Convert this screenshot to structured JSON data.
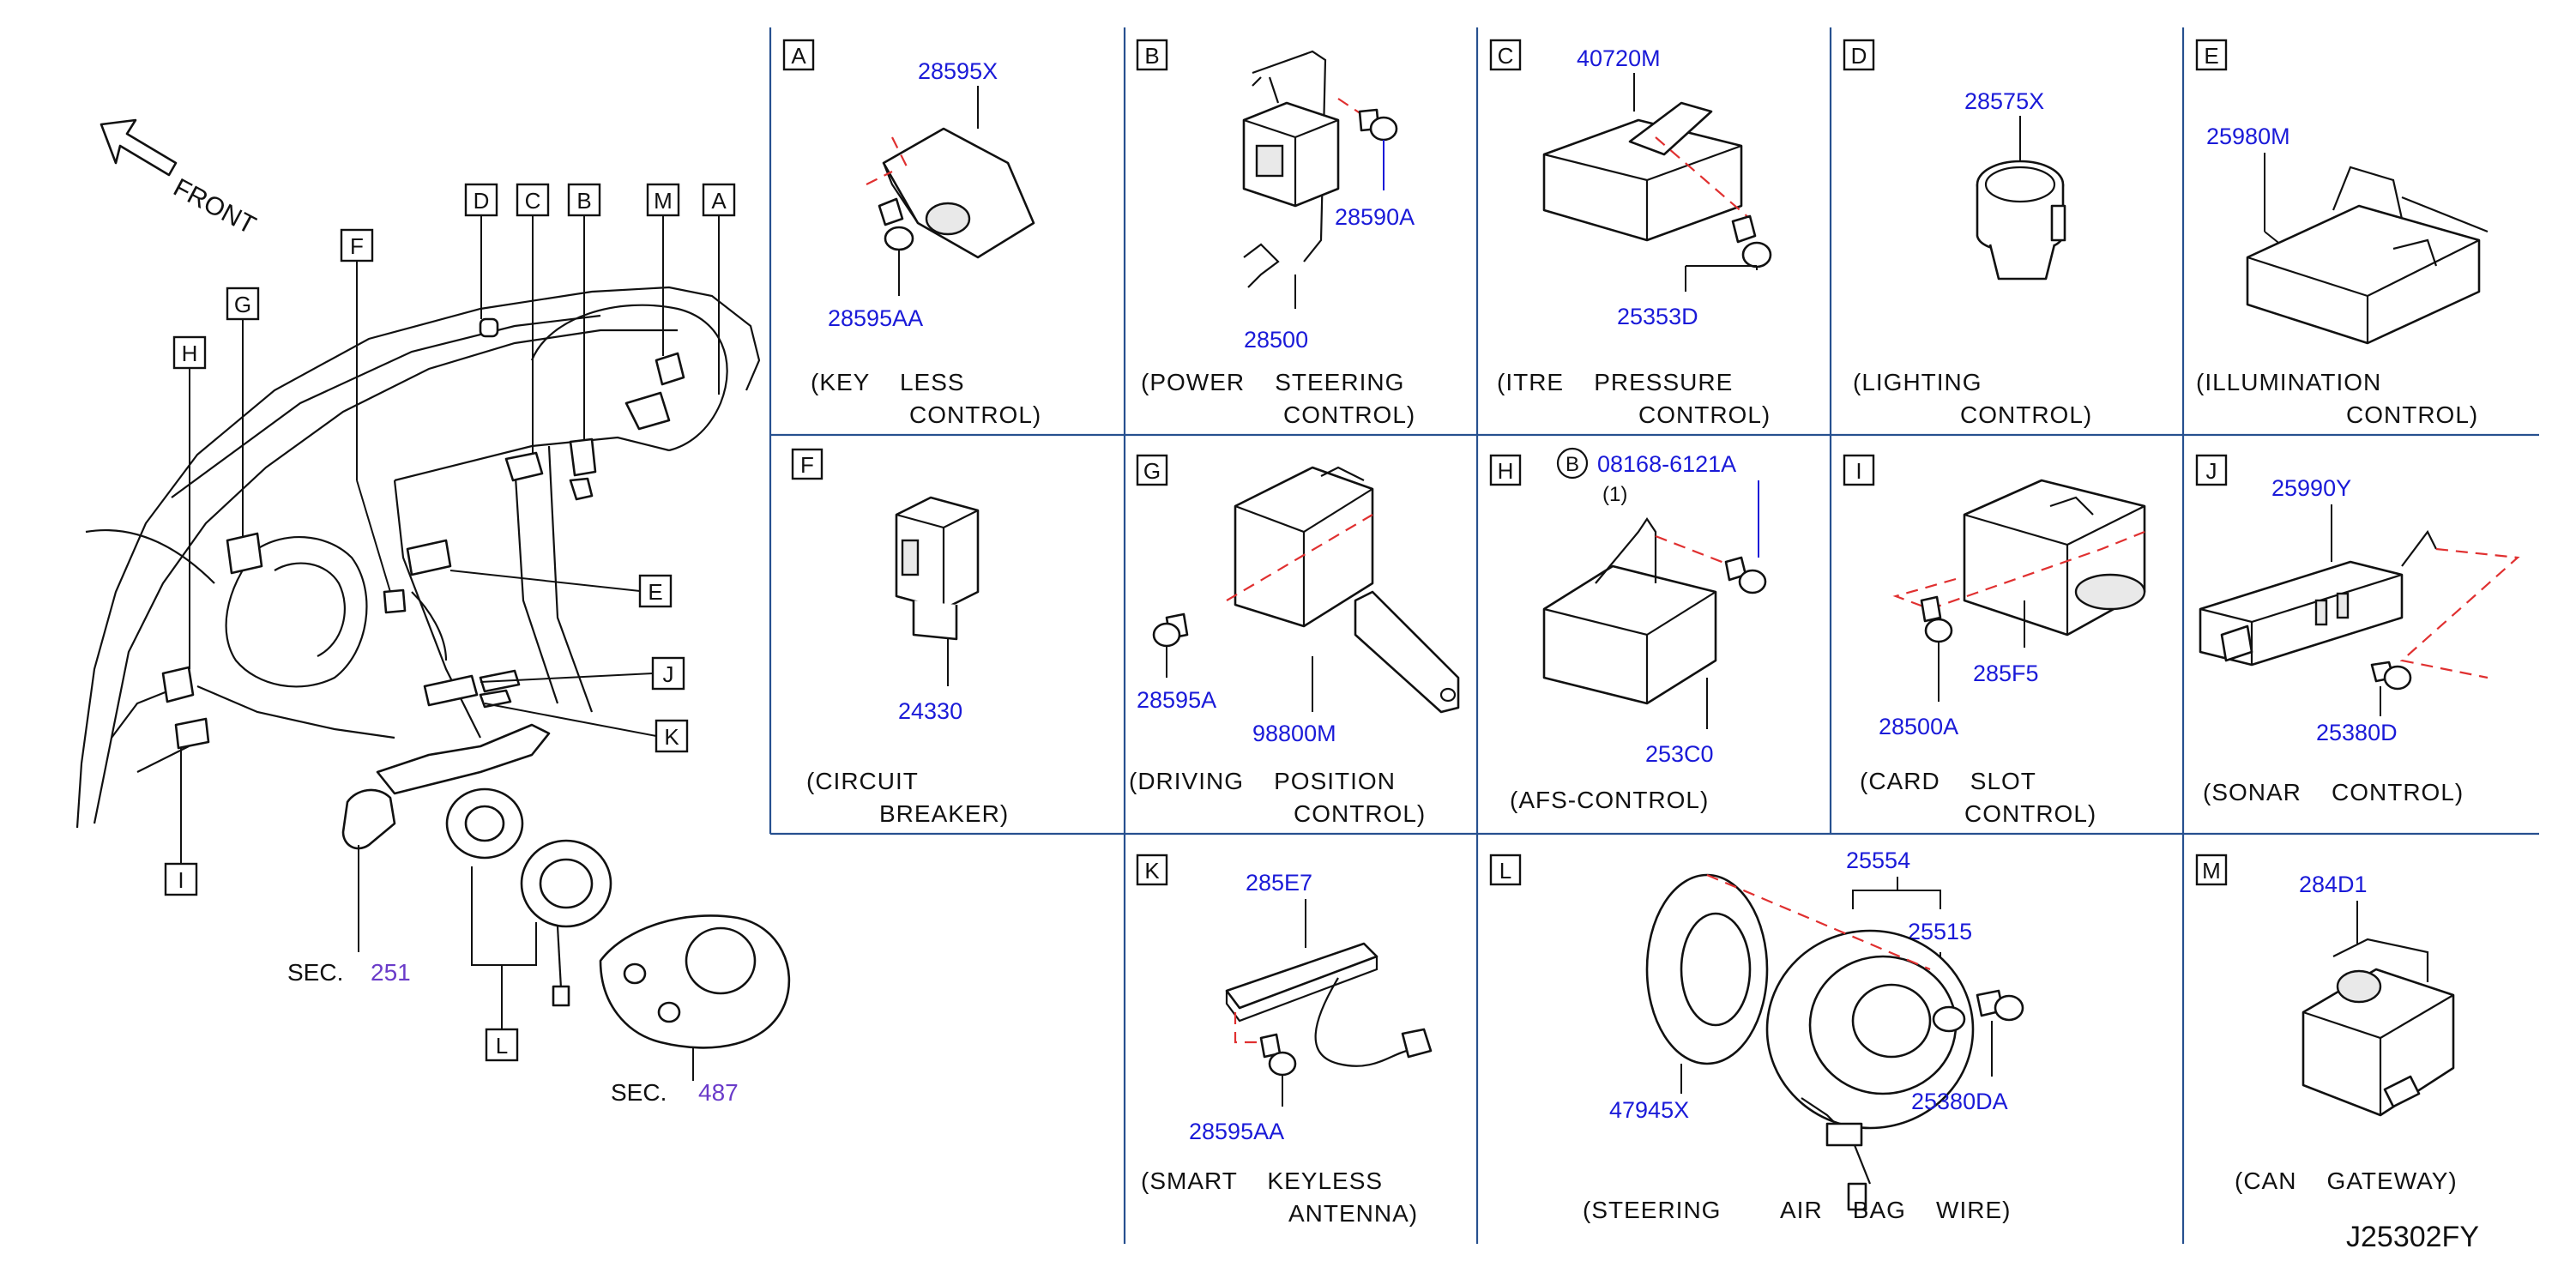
{
  "diagram_code": "J25302FY",
  "overview": {
    "front_label": "FRONT",
    "callouts": [
      "D",
      "C",
      "B",
      "M",
      "A",
      "F",
      "G",
      "H",
      "E",
      "J",
      "K",
      "I",
      "L"
    ],
    "sec1_label": "SEC.",
    "sec1_num": "251",
    "sec2_label": "SEC.",
    "sec2_num": "487"
  },
  "panels": {
    "A": {
      "letter": "A",
      "parts": [
        "28595X",
        "28595AA"
      ],
      "caption": [
        "(KEY    LESS",
        "CONTROL)"
      ]
    },
    "B": {
      "letter": "B",
      "parts": [
        "28590A",
        "28500"
      ],
      "caption": [
        "(POWER    STEERING",
        "CONTROL)"
      ]
    },
    "C": {
      "letter": "C",
      "parts": [
        "40720M",
        "25353D"
      ],
      "caption": [
        "(ITRE    PRESSURE",
        "CONTROL)"
      ]
    },
    "D": {
      "letter": "D",
      "parts": [
        "28575X"
      ],
      "caption": [
        "(LIGHTING",
        "CONTROL)"
      ]
    },
    "E": {
      "letter": "E",
      "parts": [
        "25980M"
      ],
      "caption": [
        "(ILLUMINATION",
        "CONTROL)"
      ]
    },
    "F": {
      "letter": "F",
      "parts": [
        "24330"
      ],
      "caption": [
        "(CIRCUIT",
        "BREAKER)"
      ]
    },
    "G": {
      "letter": "G",
      "parts": [
        "28595A",
        "98800M"
      ],
      "caption": [
        "(DRIVING    POSITION",
        "CONTROL)"
      ]
    },
    "H": {
      "letter": "H",
      "parts": [
        "08168-6121A",
        "253C0"
      ],
      "bolt_mark": "B",
      "qty": "(1)",
      "caption": [
        "(AFS-CONTROL)"
      ]
    },
    "I": {
      "letter": "I",
      "parts": [
        "285F5",
        "28500A"
      ],
      "caption": [
        "(CARD    SLOT",
        "CONTROL)"
      ]
    },
    "J": {
      "letter": "J",
      "parts": [
        "25990Y",
        "25380D"
      ],
      "caption": [
        "(SONAR    CONTROL)"
      ]
    },
    "K": {
      "letter": "K",
      "parts": [
        "285E7",
        "28595AA"
      ],
      "caption": [
        "(SMART    KEYLESS",
        "ANTENNA)"
      ]
    },
    "L": {
      "letter": "L",
      "parts": [
        "25554",
        "25515",
        "47945X",
        "25380DA"
      ],
      "caption": [
        "(STEERING",
        "AIR    BAG    WIRE)"
      ]
    },
    "M": {
      "letter": "M",
      "parts": [
        "284D1"
      ],
      "caption": [
        "(CAN    GATEWAY)"
      ]
    }
  },
  "colors": {
    "part_number": "#1a1ad8",
    "grid": "#27508f",
    "dash": "#e03030",
    "sec_number": "#6a3bc9"
  }
}
